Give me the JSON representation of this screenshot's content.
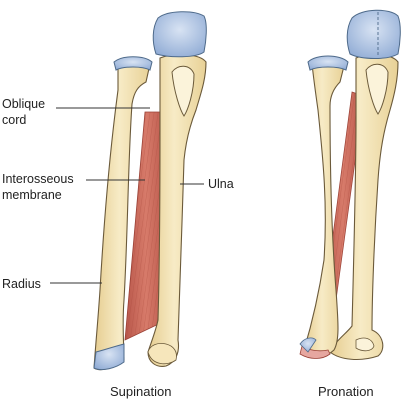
{
  "labels": {
    "oblique_cord_line1": "Oblique",
    "oblique_cord_line2": "cord",
    "interosseous_line1": "Interosseous",
    "interosseous_line2": "membrane",
    "radius": "Radius",
    "ulna": "Ulna"
  },
  "captions": {
    "left": "Supination",
    "right": "Pronation"
  },
  "colors": {
    "bone": "#f3e2b0",
    "bone_shadow": "#e2c98a",
    "cartilage": "#9fb7dc",
    "cartilage_light": "#c9d8ee",
    "membrane": "#cc6e5e",
    "membrane_dark": "#a8473b",
    "cartilage_pink": "#e6a7a0"
  }
}
